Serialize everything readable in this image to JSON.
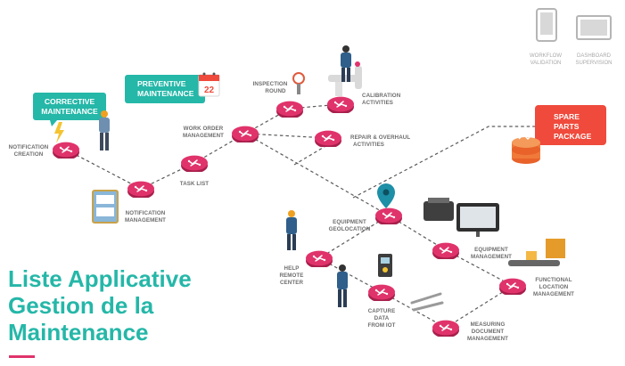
{
  "title": {
    "lines": [
      "Liste Applicative",
      "Gestion de la",
      "Maintenance"
    ]
  },
  "top_right": {
    "workflow_validation": [
      "WORKFLOW",
      "VALIDATION"
    ],
    "dashboard_supervision": [
      "DASHBOARD",
      "SUPERVISION"
    ]
  },
  "tags": {
    "corrective": [
      "CORRECTIVE",
      "MAINTENANCE"
    ],
    "preventive": [
      "PREVENTIVE",
      "MAINTENANCE"
    ],
    "spare_parts": [
      "SPARE",
      "PARTS",
      "PACKAGE"
    ],
    "calendar_day": "22"
  },
  "nodes": {
    "notification_creation": [
      "NOTIFICATION",
      "CREATION"
    ],
    "notification_management": [
      "NOTIFICATION",
      "MANAGEMENT"
    ],
    "task_list": [
      "TASK LIST"
    ],
    "work_order_management": [
      "WORK ORDER",
      "MANAGEMENT"
    ],
    "inspection_round": [
      "INSPECTION",
      "ROUND"
    ],
    "calibration_activities": [
      "CALIBRATION",
      "ACTIVITIES"
    ],
    "repair_overhaul": [
      "REPAIR & OVERHAUL",
      "ACTIVITIES"
    ],
    "equipment_geolocation": [
      "EQUIPMENT",
      "GEOLOCATION"
    ],
    "equipment_management": [
      "EQUIPMENT",
      "MANAGEMENT"
    ],
    "help_remote_center": [
      "HELP",
      "REMOTE",
      "CENTER"
    ],
    "capture_data_iot": [
      "CAPTURE",
      "DATA",
      "FROM IOT"
    ],
    "functional_location": [
      "FUNCTIONAL",
      "LOCATION",
      "MANAGEMENT"
    ],
    "measuring_document": [
      "MEASURING",
      "DOCUMENT",
      "MANAGEMENT"
    ]
  },
  "icons": [
    "worker-icon",
    "tablet-icon",
    "monitor-icon",
    "calendar-icon",
    "gauge-icon",
    "location-pin-icon",
    "engine-icon",
    "wrench-icon",
    "multimeter-icon",
    "conveyor-icon",
    "coin-stack-icon",
    "node-logo-icon"
  ],
  "colors": {
    "teal": "#25b7a8",
    "node_pink": "#e0336b",
    "node_pink_dark": "#a81f4c",
    "spare_red": "#ef4a3c",
    "label_gray": "#6d6d6d",
    "dash_gray": "#5b5b5b"
  }
}
